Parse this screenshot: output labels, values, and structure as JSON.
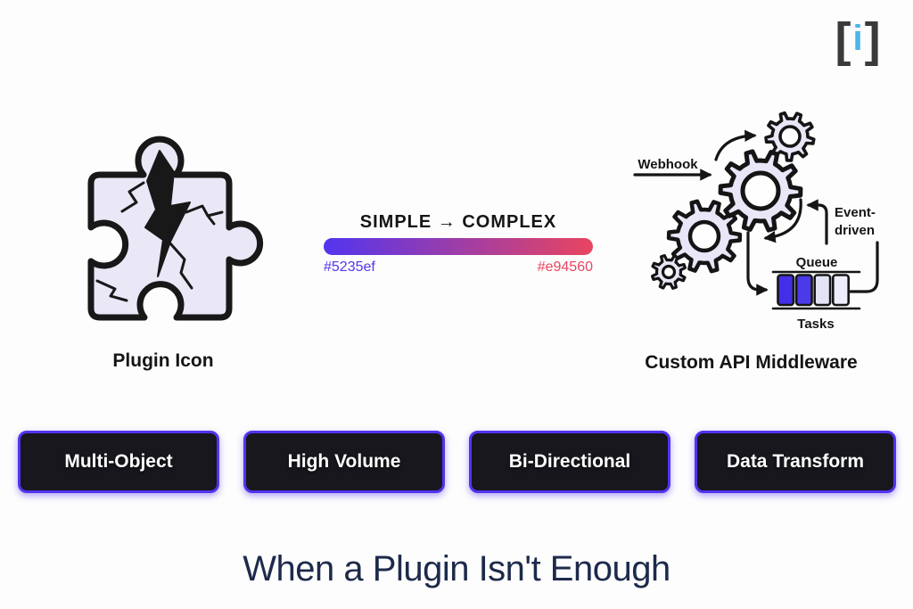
{
  "logo": {
    "open_bracket": "[",
    "letter": "i",
    "close_bracket": "]",
    "bracket_color": "#3a3a3a",
    "letter_color": "#4fb3e8"
  },
  "left_figure": {
    "caption": "Plugin Icon",
    "icon": "broken-puzzle-piece-with-lightning-crack"
  },
  "center_figure": {
    "title": "SIMPLE → COMPLEX",
    "start_hex": "#5235ef",
    "end_hex": "#e94560"
  },
  "right_figure": {
    "caption": "Custom API Middleware",
    "labels": {
      "webhook": "Webhook",
      "event_driven_1": "Event-",
      "event_driven_2": "driven",
      "queue": "Queue",
      "tasks": "Tasks"
    },
    "queue_bar_colors": [
      "#432fe8",
      "#4b3ae9",
      "#e2e3f4",
      "#edeefb"
    ],
    "gear_fill": "#e9e6f7",
    "outline_color": "#151515"
  },
  "feature_buttons": [
    "Multi-Object",
    "High Volume",
    "Bi-Directional",
    "Data Transform"
  ],
  "title": "When a Plugin Isn't Enough",
  "accent": "#5235ef",
  "background": "#fdfdfd"
}
